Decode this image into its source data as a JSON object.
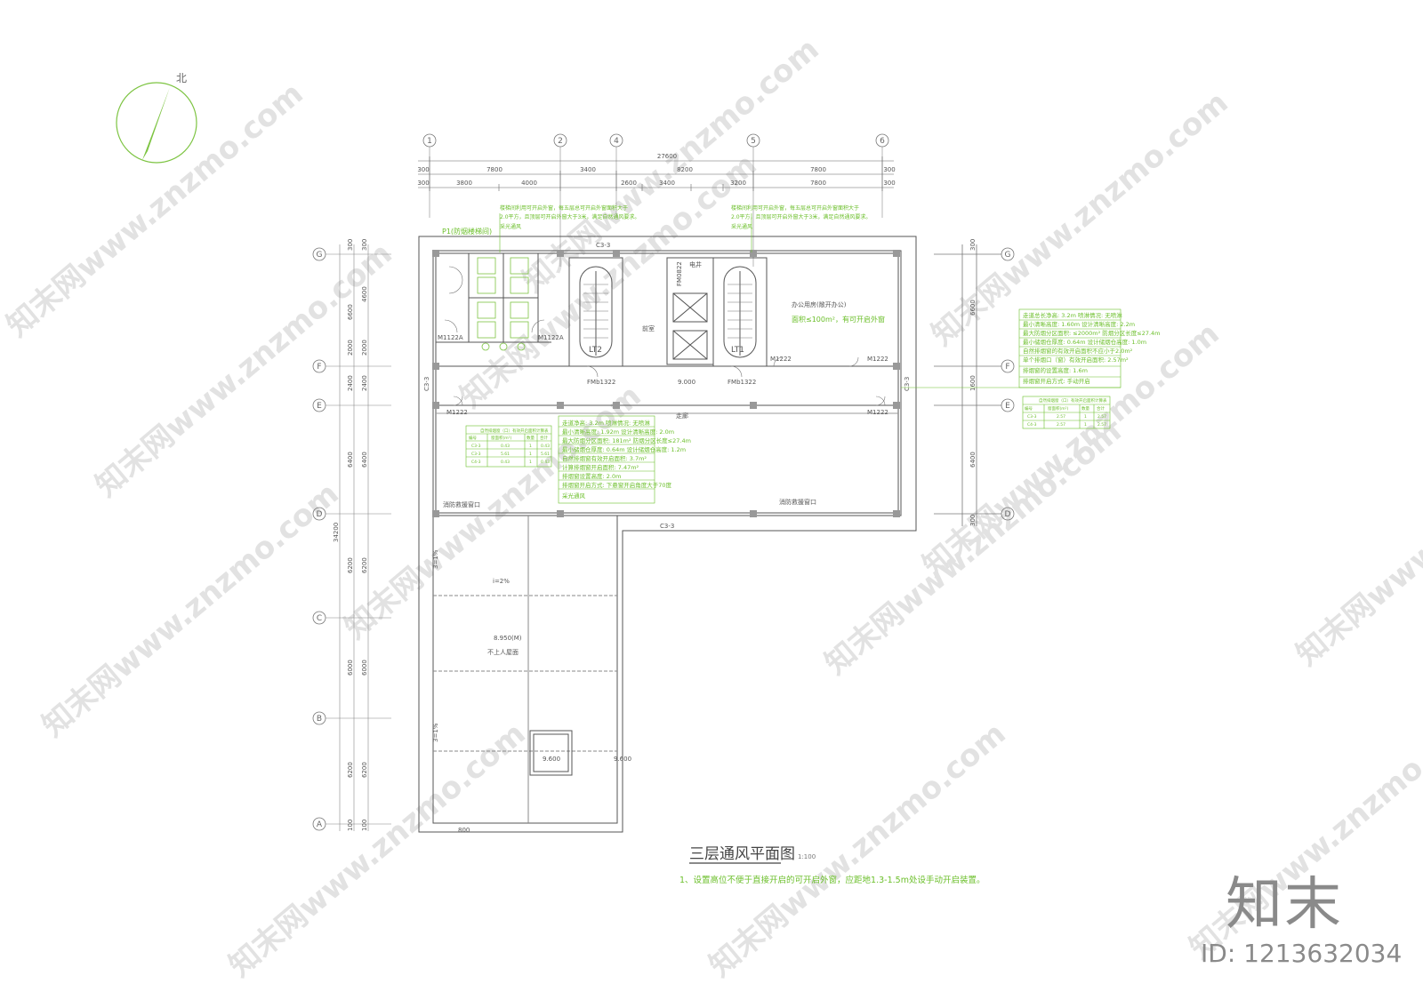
{
  "north_label": "北",
  "column_axes": [
    "1",
    "2",
    "4",
    "5",
    "6"
  ],
  "row_axes": [
    "G",
    "F",
    "E",
    "D",
    "C",
    "B",
    "A"
  ],
  "dims_top_total": "27600",
  "dims_top_row1": [
    "300",
    "7800",
    "3400",
    "8200",
    "7800",
    "300"
  ],
  "dims_top_row2": [
    "300",
    "3800",
    "4000",
    "2600",
    "3400",
    "3200",
    "7800",
    "300"
  ],
  "dims_left_total": "34200",
  "dims_left": [
    "300",
    "6600",
    "2000",
    "2400",
    "6400",
    "6200",
    "6000",
    "6200",
    "100"
  ],
  "dims_left_inner": [
    "300",
    "4600",
    "2000",
    "2400",
    "6400",
    "6200",
    "6000",
    "6200",
    "100"
  ],
  "dims_right": [
    "300",
    "6600",
    "1600",
    "6400",
    "300"
  ],
  "room_labels": {
    "lt2": "LT2",
    "lt1": "LT1",
    "lobby": "前室",
    "shaft": "电井",
    "p1": "P1(防烟楼梯间)",
    "corridor": "走廊",
    "door_m1122a_left": "M1122A",
    "door_m1122a_right": "M1122A",
    "door_fmb1322_left": "FMb1322",
    "door_fmb1322_right": "FMb1322",
    "door_m1222_1": "M1222",
    "door_m1222_2": "M1222",
    "door_m1222_3": "M1222",
    "door_m1222_4": "M1222",
    "door_fm0822": "FM0822",
    "elev_level": "9.000",
    "c3_3_top": "C3-3",
    "c3_3_bottom": "C3-3",
    "c3_3_left": "C3-3",
    "c3_3_right": "C3-3",
    "slope": "i=2%",
    "roof_level": "8.950(M)",
    "roof_note": "不上人屋面",
    "spot_9600_a": "9.600",
    "spot_9600_b": "9.600",
    "dim_800": "800",
    "side_labels": [
      "3=1%",
      "3=1%"
    ],
    "room_office": "办公用房(敞开办公)",
    "area_note": "面积≤100m²，有可开启外窗"
  },
  "stair_notes": {
    "left": [
      "楼梯间利用可开启外窗，每五层总可开启外窗面积大于",
      "2.0平方，且顶层可开启外窗大于3米，满足自然通风要求。",
      "采光通风"
    ],
    "right": [
      "楼梯间利用可开启外窗，每五层总可开启外窗面积大于",
      "2.0平方，且顶层可开启外窗大于3米，满足自然通风要求。",
      "采光通风"
    ]
  },
  "right_notes": [
    "走道总长净高: 3.2m  喷淋情况: 无喷淋",
    "最小清晰高度: 1.60m  设计清晰高度: 2.2m",
    "最大防烟分区面积: ≤2000m²  防烟分区长度≤27.4m",
    "最小储烟仓厚度: 0.64m  设计储烟仓高度: 1.0m",
    "自然排烟窗的有效开启面积不应小于2.0m²",
    "单个排烟口（窗）有效开启面积: 2.57m²",
    "排烟窗的设置高度: 1.6m",
    "排烟窗开启方式: 手动开启"
  ],
  "center_notes": [
    "走道净高: 3.2m  喷淋情况: 无喷淋",
    "最小清晰高度: 1.92m  设计清晰高度: 2.0m",
    "最大防烟分区面积: 181m²  防烟分区长度≤27.4m",
    "最小储烟仓厚度: 0.64m  设计储烟仓高度: 1.2m",
    "自然排烟窗有效开启面积: 3.7m²",
    "计算排烟窗开启面积: 7.47m²",
    "排烟窗设置高度: 2.0m",
    "排烟窗开启方式: 下悬窗开启角度大于70度",
    "采光通风"
  ],
  "table_center": {
    "title": "自然排烟窗（口）有效开启面积计算表",
    "header": [
      "编号",
      "窗面积(m²)",
      "数量",
      "合计"
    ],
    "rows": [
      [
        "C3-3",
        "0.43",
        "1",
        "0.43"
      ],
      [
        "C3-3",
        "5.61",
        "1",
        "5.61"
      ],
      [
        "C4-3",
        "0.43",
        "1",
        "0.43"
      ]
    ]
  },
  "table_right": {
    "title": "自然排烟窗（口）有效开启面积计算表",
    "header": [
      "编号",
      "窗面积(m²)",
      "数量",
      "合计"
    ],
    "rows": [
      [
        "C3-3",
        "2.57",
        "1",
        "2.57"
      ],
      [
        "C4-3",
        "2.57",
        "1",
        "2.57"
      ]
    ]
  },
  "smoke_vent_labels": [
    "消防救援窗口",
    "消防救援窗口"
  ],
  "drawing_title": "三层通风平面图",
  "drawing_scale": "1:100",
  "footnote": "1、设置高位不便于直接开启的可开启外窗，应距地1.3-1.5m处设手动开启装置。",
  "watermark_text": "知末网www.znzmo.com",
  "logo_text": "知末",
  "id_label": "ID: 1213632034",
  "colors": {
    "line": "#555555",
    "axis_line": "#777777",
    "note_green": "#6bbf2a",
    "compass": "#7dc442",
    "watermark": "#dddddd"
  }
}
